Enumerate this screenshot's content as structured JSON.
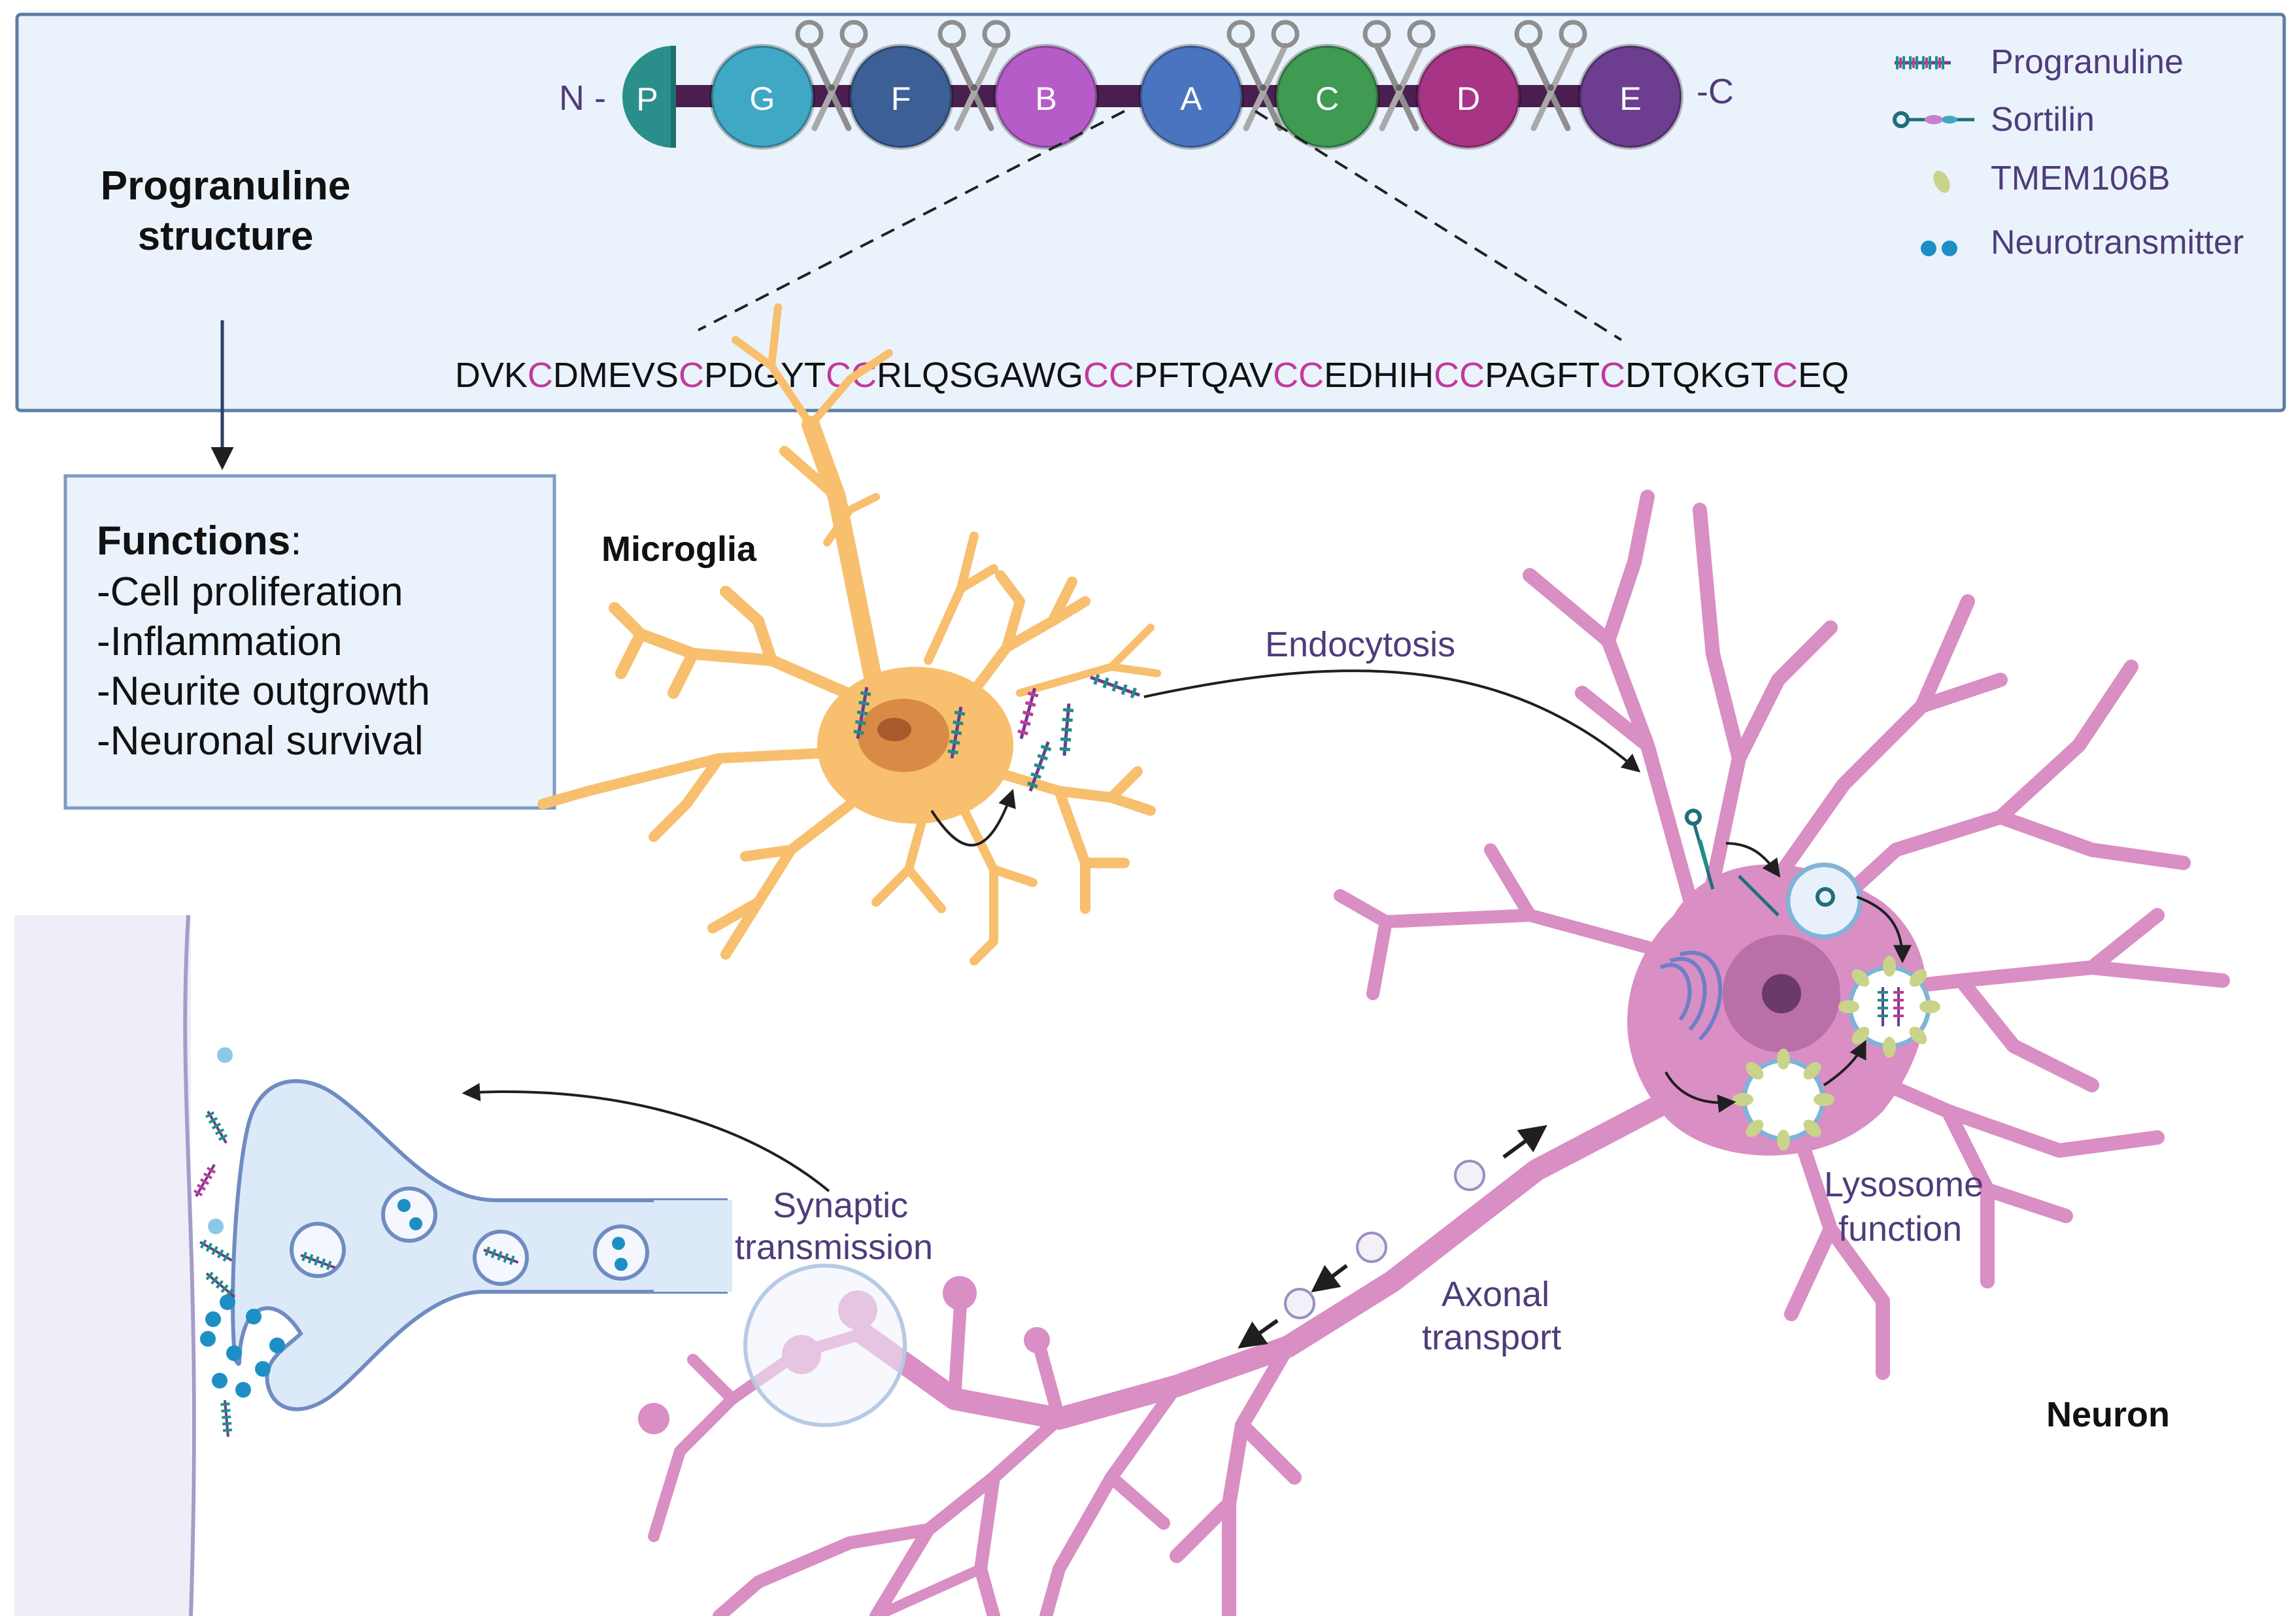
{
  "structure_panel": {
    "title": "Progranuline structure",
    "n_terminus": "N -",
    "c_terminus": "-C",
    "domains": [
      {
        "letter": "P",
        "color": "#2a8f8a"
      },
      {
        "letter": "G",
        "color": "#3fa8c4"
      },
      {
        "letter": "F",
        "color": "#3c5f96"
      },
      {
        "letter": "B",
        "color": "#b65cc8"
      },
      {
        "letter": "A",
        "color": "#4a74bf"
      },
      {
        "letter": "C",
        "color": "#3f9a52"
      },
      {
        "letter": "D",
        "color": "#a83486"
      },
      {
        "letter": "E",
        "color": "#6d3d8f"
      }
    ],
    "sequence": [
      {
        "text": "DVK",
        "highlight": false
      },
      {
        "text": "C",
        "highlight": true
      },
      {
        "text": "DMEVS",
        "highlight": false
      },
      {
        "text": "C",
        "highlight": true
      },
      {
        "text": "PDGYT",
        "highlight": false
      },
      {
        "text": "CC",
        "highlight": true
      },
      {
        "text": "RLQSGAWG",
        "highlight": false
      },
      {
        "text": "CC",
        "highlight": true
      },
      {
        "text": "PFTQAV",
        "highlight": false
      },
      {
        "text": "CC",
        "highlight": true
      },
      {
        "text": "EDHIH",
        "highlight": false
      },
      {
        "text": "CC",
        "highlight": true
      },
      {
        "text": "PAGFT",
        "highlight": false
      },
      {
        "text": "C",
        "highlight": true
      },
      {
        "text": "DTQKGT",
        "highlight": false
      },
      {
        "text": "C",
        "highlight": true
      },
      {
        "text": "EQ",
        "highlight": false
      }
    ],
    "sequence_color": "#111111",
    "cysteine_color": "#c2399b"
  },
  "legend": {
    "items": [
      {
        "label": "Progranuline",
        "icon": "progranuline-icon"
      },
      {
        "label": "Sortilin",
        "icon": "sortilin-icon"
      },
      {
        "label": "TMEM106B",
        "icon": "tmem106b-icon"
      },
      {
        "label": "Neurotransmitter",
        "icon": "neurotransmitter-icon"
      }
    ]
  },
  "functions_box": {
    "heading": "Functions",
    "colon": ":",
    "items": [
      "-Cell proliferation",
      "-Inflammation",
      "-Neurite outgrowth",
      "-Neuronal survival"
    ]
  },
  "labels": {
    "microglia": "Microglia",
    "endocytosis": "Endocytosis",
    "neuron": "Neuron",
    "lysosome_1": "Lysosome",
    "lysosome_2": "function",
    "axonal_1": "Axonal",
    "axonal_2": "transport",
    "synaptic_1": "Synaptic",
    "synaptic_2": "transmission"
  },
  "colors": {
    "panel_fill": "#eaf3fb",
    "panel_stroke": "#5b7ea5",
    "label_purple": "#4f3c7a",
    "microglia_fill": "#f7bf6e",
    "neuron_fill": "#d98ec4",
    "synapse_fill": "#dce9f8",
    "cleft_fill": "#f1edf8"
  }
}
